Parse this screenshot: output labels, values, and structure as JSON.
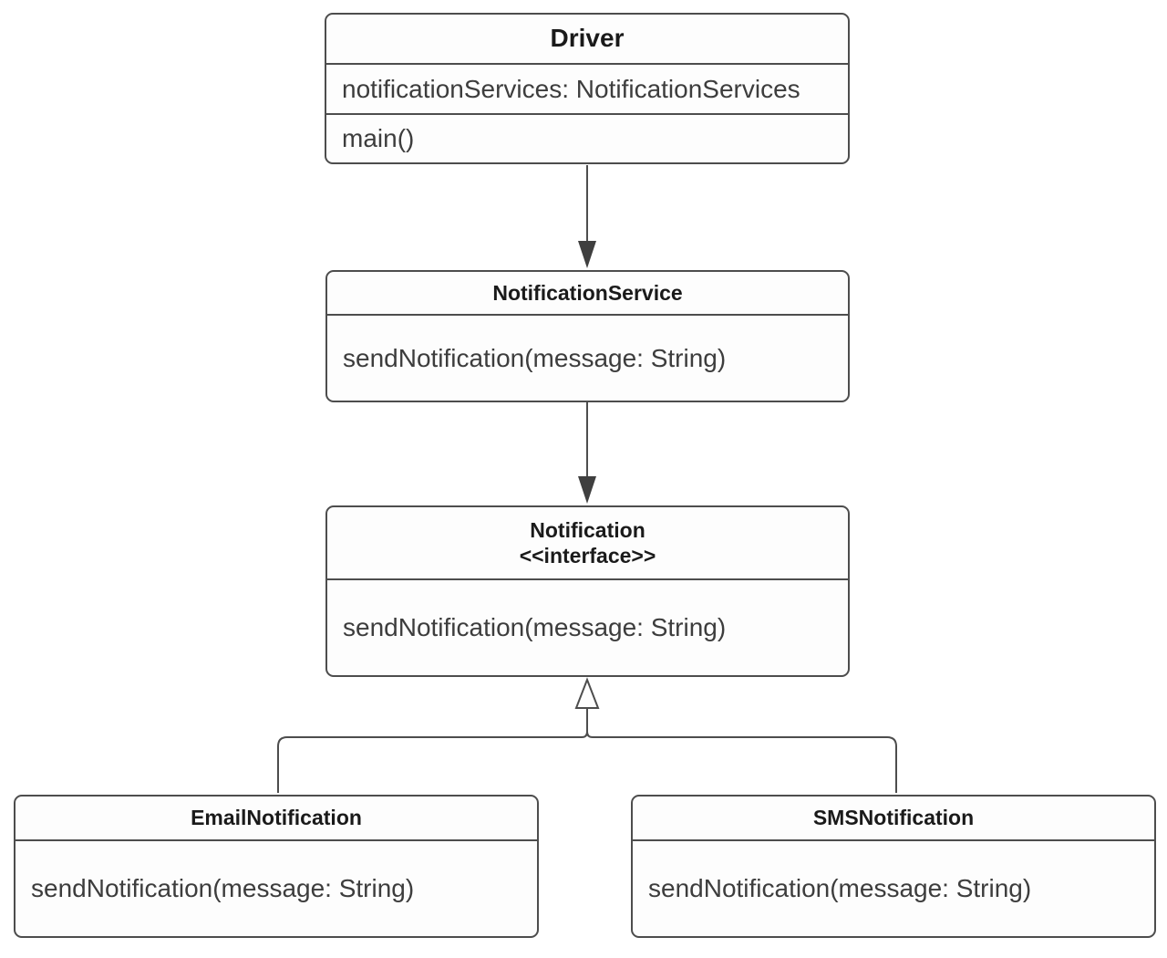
{
  "diagram": {
    "kind": "uml-class-diagram",
    "colors": {
      "background": "#ffffff",
      "shape_fill": "#fdfdfd",
      "border": "#4d4d4d",
      "title_text": "#1a1a1a",
      "member_text": "#3d3d3d",
      "arrow_fill": "#3f3f3f"
    },
    "classes": {
      "driver": {
        "title": "Driver",
        "attribute": "notificationServices: NotificationServices",
        "method": "main()"
      },
      "notification_service": {
        "title": "NotificationService",
        "method": "sendNotification(message: String)"
      },
      "notification": {
        "title": "Notification",
        "stereotype": "<<interface>>",
        "method": "sendNotification(message: String)"
      },
      "email_notification": {
        "title": "EmailNotification",
        "method": "sendNotification(message: String)"
      },
      "sms_notification": {
        "title": "SMSNotification",
        "method": "sendNotification(message: String)"
      }
    },
    "relations": [
      {
        "from": "Driver",
        "to": "NotificationService",
        "type": "directed-association-solid-arrow"
      },
      {
        "from": "NotificationService",
        "to": "Notification",
        "type": "directed-association-solid-arrow"
      },
      {
        "from": "EmailNotification",
        "to": "Notification",
        "type": "generalization-hollow-triangle"
      },
      {
        "from": "SMSNotification",
        "to": "Notification",
        "type": "generalization-hollow-triangle"
      }
    ]
  }
}
